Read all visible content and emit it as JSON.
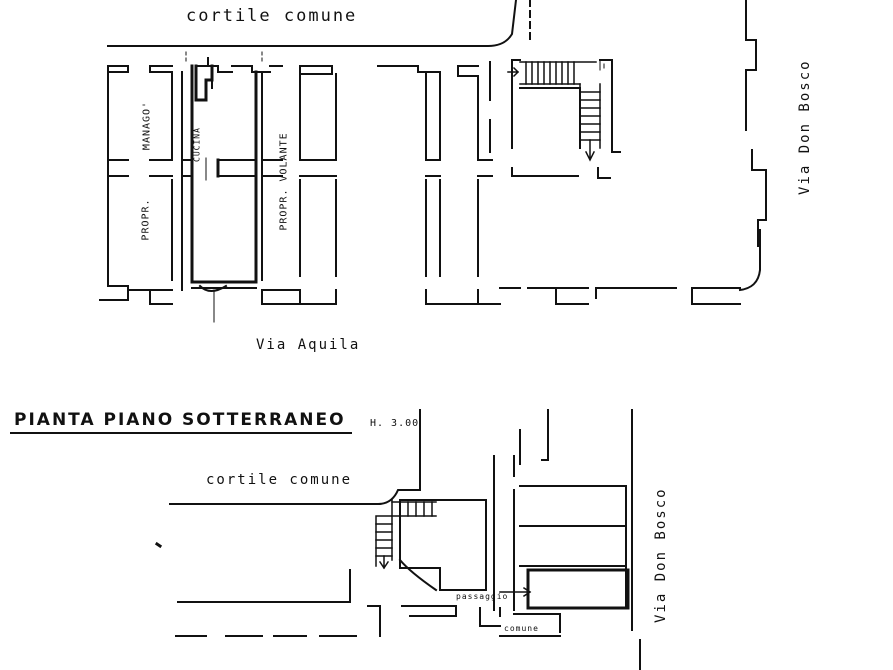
{
  "upper_plan": {
    "courtyard_label": "cortile comune",
    "street_bottom": "Via Aquila",
    "street_right": "Via Don Bosco",
    "rooms": [
      "MANAGO'",
      "PROPR.",
      "CUCINA",
      "PROPR. VOLANTE"
    ]
  },
  "lower_plan": {
    "title": "PIANTA PIANO SOTTERRANEO",
    "height_note": "H. 3.00",
    "courtyard_label": "cortile comune",
    "street_right": "Via Don Bosco",
    "passage_label": "passaggio",
    "common_label": "comune"
  },
  "colors": {
    "ink": "#111111",
    "paper": "#ffffff"
  }
}
